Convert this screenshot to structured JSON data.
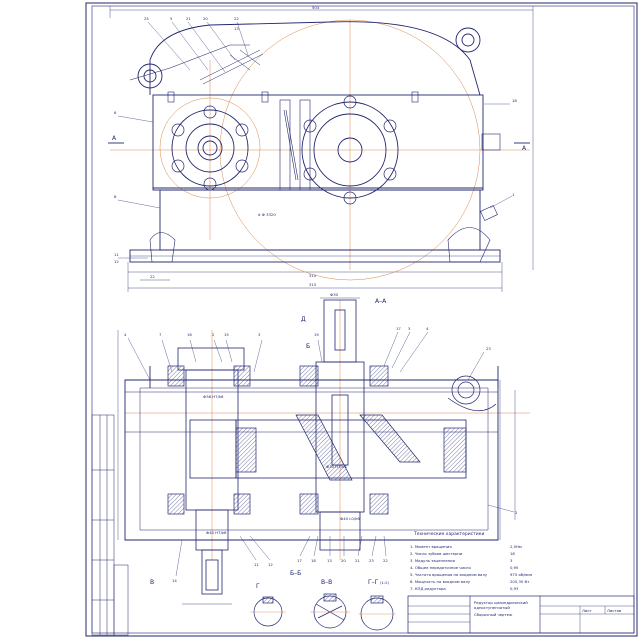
{
  "sheet": {
    "title_block": {
      "drawing_name_line1": "Редуктор цилиндрический",
      "drawing_name_line2": "одноступенчатый",
      "drawing_name_line3": "Сборочный чертеж",
      "sheet_label": "Лист",
      "sheets_label": "Листов"
    },
    "top_view": {
      "overall_dim": "504",
      "center_dim": "d Ф 3320",
      "base_dim_1": "310",
      "base_dim_2": "315",
      "foot_dim": "22",
      "section_mark_a_left": "А",
      "section_mark_a_right": "А",
      "callouts": [
        "25",
        "5",
        "21",
        "20",
        "22",
        "13",
        "6",
        "8",
        "11",
        "12",
        "1",
        "18"
      ]
    },
    "section_view": {
      "section_title": "А–А",
      "shaft_dim": "Ф30",
      "tolerance_1": "Ф38 H7/k6",
      "tolerance_2": "Ф30 H7/n6",
      "tolerance_3": "Ф40 H7/k6",
      "tolerance_4": "Ф40 L0/k6",
      "callouts_top": [
        "4",
        "7",
        "16",
        "2",
        "15",
        "3",
        "19",
        "17",
        "3",
        "4",
        "23",
        "2"
      ],
      "callouts_bottom": [
        "14",
        "11",
        "12",
        "17",
        "18",
        "13",
        "20",
        "21",
        "23",
        "22"
      ],
      "view_marks": [
        "Б",
        "В",
        "Г",
        "Д"
      ]
    },
    "details": {
      "label_bb": "Б–Б",
      "label_vv": "В–В",
      "label_gg": "Г–Г",
      "scale_21": "(1:2)"
    },
    "notes": {
      "heading": "Технические характеристики",
      "items": [
        "1. Момент вращения",
        "2. Число зубьев шестерни",
        "3. Модуль зацепления",
        "4. Общее передаточное число",
        "5. Частота вращения на входном валу",
        "6. Мощность на входном валу",
        "7. КПД редуктора"
      ],
      "values": [
        "2,5Нм",
        "18",
        "3",
        "0,95",
        "975 об/мин",
        "200,30 Вт",
        "0,93"
      ]
    }
  }
}
